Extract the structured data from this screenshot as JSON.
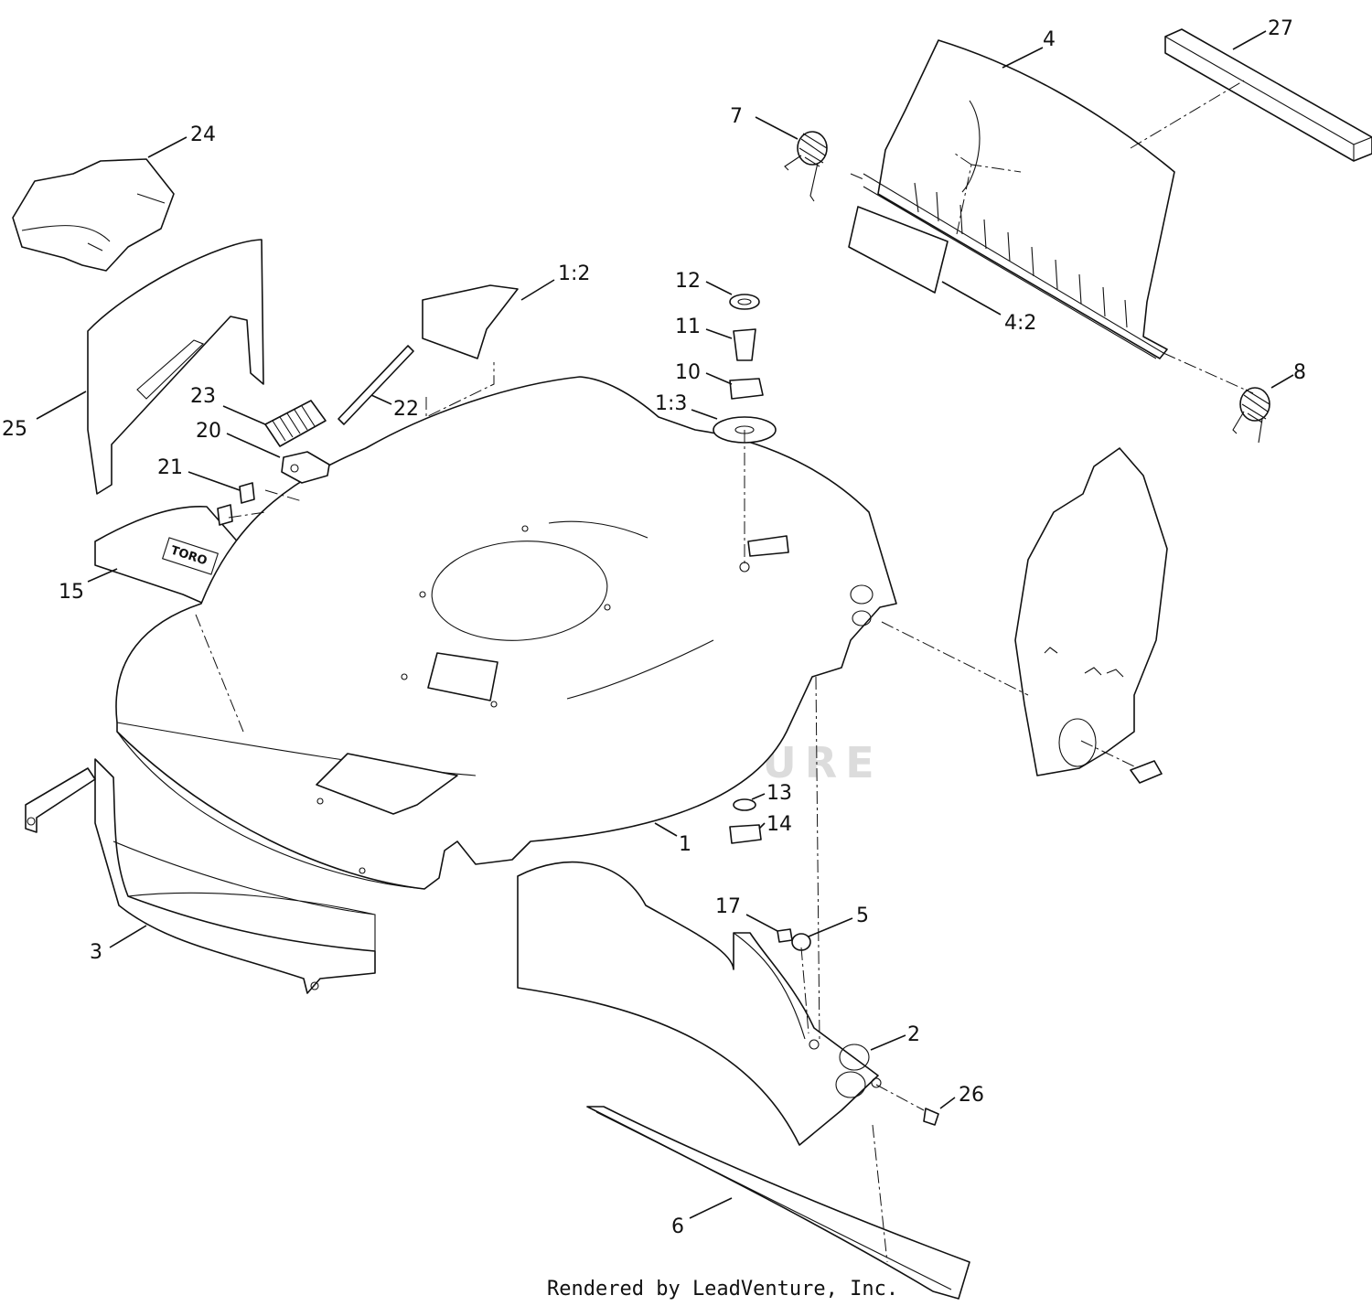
{
  "callouts": {
    "c1": "1",
    "c1_2": "1:2",
    "c1_3": "1:3",
    "c2": "2",
    "c3": "3",
    "c4": "4",
    "c4_2": "4:2",
    "c5": "5",
    "c6": "6",
    "c7": "7",
    "c8": "8",
    "c10": "10",
    "c11": "11",
    "c12": "12",
    "c13": "13",
    "c14": "14",
    "c15": "15",
    "c17": "17",
    "c20": "20",
    "c21": "21",
    "c22": "22",
    "c23": "23",
    "c24": "24",
    "c25": "25",
    "c26": "26",
    "c27": "27"
  },
  "decal_logo_text": "TORO",
  "watermark": {
    "text": "LEADVENTURE"
  },
  "footer": {
    "text": "Rendered by LeadVenture, Inc."
  }
}
